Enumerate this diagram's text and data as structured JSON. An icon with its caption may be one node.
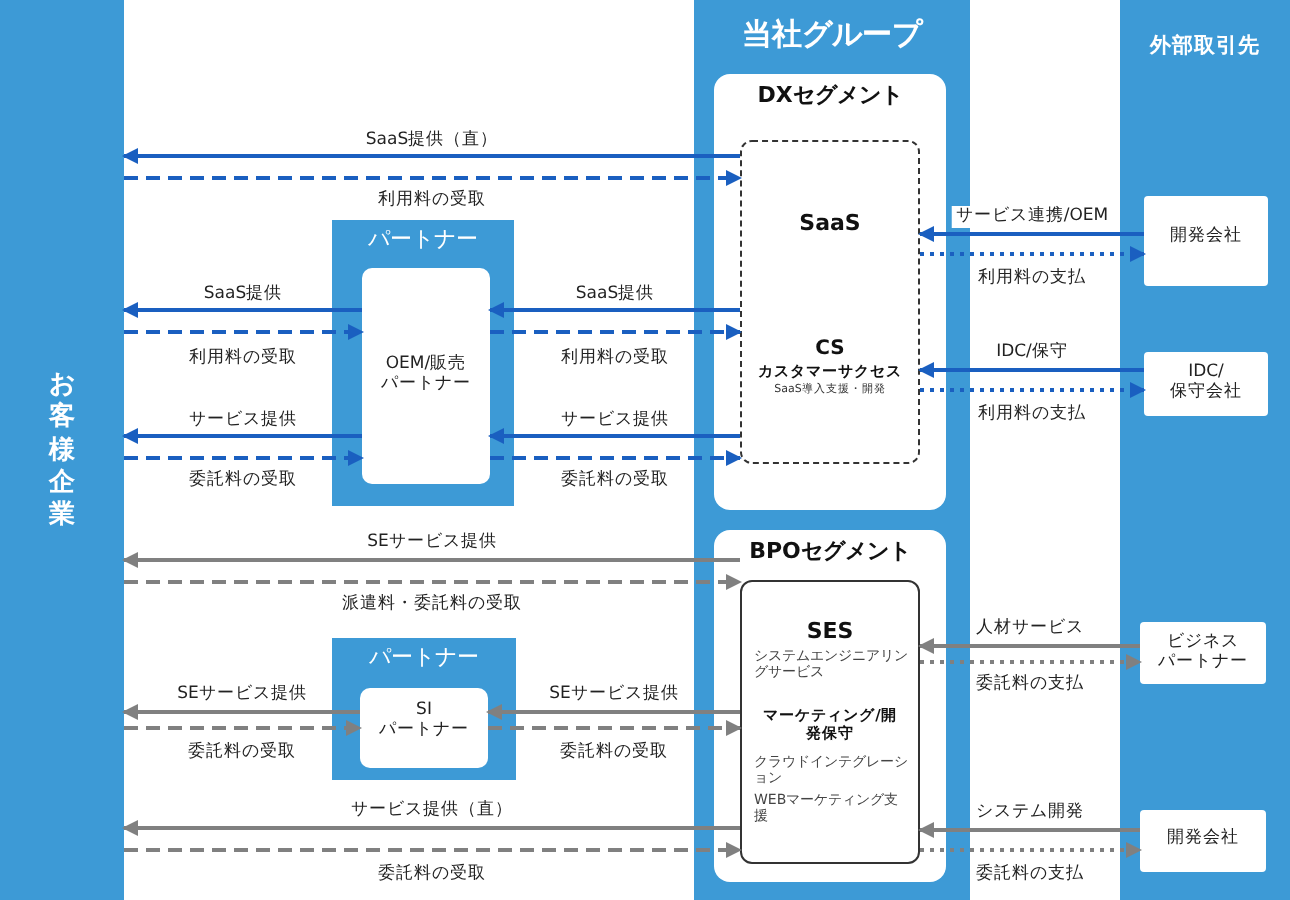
{
  "diagram": {
    "nodes": [
      {
        "text": [
          "お客様企業"
        ]
      },
      {
        "text": [
          "当社グループ"
        ]
      },
      {
        "text": [
          "外部取引先"
        ]
      },
      {
        "text": [
          "DXセグメント"
        ],
        "in": 1
      },
      {
        "text": [
          "SaaS",
          "CS",
          "カスタマーサクセス",
          "SaaS導入支援・開発"
        ],
        "in": 3
      },
      {
        "text": [
          "パートナー"
        ]
      },
      {
        "text": [
          "OEM/販売パートナー"
        ],
        "in": 5
      },
      {
        "text": [
          "BPOセグメント"
        ],
        "in": 1
      },
      {
        "text": [
          "SES",
          "システムエンジニアリングサービス",
          "マーケティング/開発保守",
          "クラウドインテグレーション",
          "WEBマーケティング支援"
        ],
        "in": 7
      },
      {
        "text": [
          "パートナー"
        ]
      },
      {
        "text": [
          "SIパートナー"
        ],
        "in": 9
      },
      {
        "text": [
          "開発会社"
        ],
        "in": 2
      },
      {
        "text": [
          "IDC/保守会社"
        ],
        "in": 2
      },
      {
        "text": [
          "ビジネスパートナー"
        ],
        "in": 2
      },
      {
        "text": [
          "開発会社"
        ],
        "in": 2
      }
    ],
    "edges": [
      {
        "from": 4,
        "to": 0,
        "arrow": "to",
        "label": "SaaS提供（直）"
      },
      {
        "from": 0,
        "to": 4,
        "arrow": "to",
        "label": "利用料の受取",
        "style": "dashed"
      },
      {
        "from": 6,
        "to": 0,
        "arrow": "to",
        "label": "SaaS提供"
      },
      {
        "from": 0,
        "to": 6,
        "arrow": "to",
        "label": "利用料の受取",
        "style": "dashed"
      },
      {
        "from": 6,
        "to": 0,
        "arrow": "to",
        "label": "サービス提供"
      },
      {
        "from": 0,
        "to": 6,
        "arrow": "to",
        "label": "委託料の受取",
        "style": "dashed"
      },
      {
        "from": 4,
        "to": 6,
        "arrow": "to",
        "label": "SaaS提供"
      },
      {
        "from": 6,
        "to": 4,
        "arrow": "to",
        "label": "利用料の受取",
        "style": "dashed"
      },
      {
        "from": 4,
        "to": 6,
        "arrow": "to",
        "label": "サービス提供"
      },
      {
        "from": 6,
        "to": 4,
        "arrow": "to",
        "label": "委託料の受取",
        "style": "dashed"
      },
      {
        "from": 11,
        "to": 4,
        "arrow": "to",
        "label": "サービス連携/OEM"
      },
      {
        "from": 4,
        "to": 11,
        "arrow": "to",
        "label": "利用料の支払",
        "style": "dashed"
      },
      {
        "from": 12,
        "to": 4,
        "arrow": "to",
        "label": "IDC/保守"
      },
      {
        "from": 4,
        "to": 12,
        "arrow": "to",
        "label": "利用料の支払",
        "style": "dashed"
      },
      {
        "from": 8,
        "to": 0,
        "arrow": "to",
        "label": "SEサービス提供",
        "color": "#808080"
      },
      {
        "from": 0,
        "to": 8,
        "arrow": "to",
        "label": "派遣料・委託料の受取",
        "style": "dashed",
        "color": "#808080"
      },
      {
        "from": 10,
        "to": 0,
        "arrow": "to",
        "label": "SEサービス提供",
        "color": "#808080"
      },
      {
        "from": 0,
        "to": 10,
        "arrow": "to",
        "label": "委託料の受取",
        "style": "dashed",
        "color": "#808080"
      },
      {
        "from": 8,
        "to": 10,
        "arrow": "to",
        "label": "SEサービス提供",
        "color": "#808080"
      },
      {
        "from": 10,
        "to": 8,
        "arrow": "to",
        "label": "委託料の受取",
        "style": "dashed",
        "color": "#808080"
      },
      {
        "from": 8,
        "to": 0,
        "arrow": "to",
        "label": "サービス提供（直）",
        "color": "#808080"
      },
      {
        "from": 0,
        "to": 8,
        "arrow": "to",
        "label": "委託料の受取",
        "style": "dashed",
        "color": "#808080"
      },
      {
        "from": 13,
        "to": 8,
        "arrow": "to",
        "label": "人材サービス",
        "color": "#808080"
      },
      {
        "from": 8,
        "to": 13,
        "arrow": "to",
        "label": "委託料の支払",
        "style": "dashed",
        "color": "#808080"
      },
      {
        "from": 14,
        "to": 8,
        "arrow": "to",
        "label": "システム開発",
        "color": "#808080"
      },
      {
        "from": 8,
        "to": 14,
        "arrow": "to",
        "label": "委託料の支払",
        "style": "dashed",
        "color": "#808080"
      }
    ]
  }
}
